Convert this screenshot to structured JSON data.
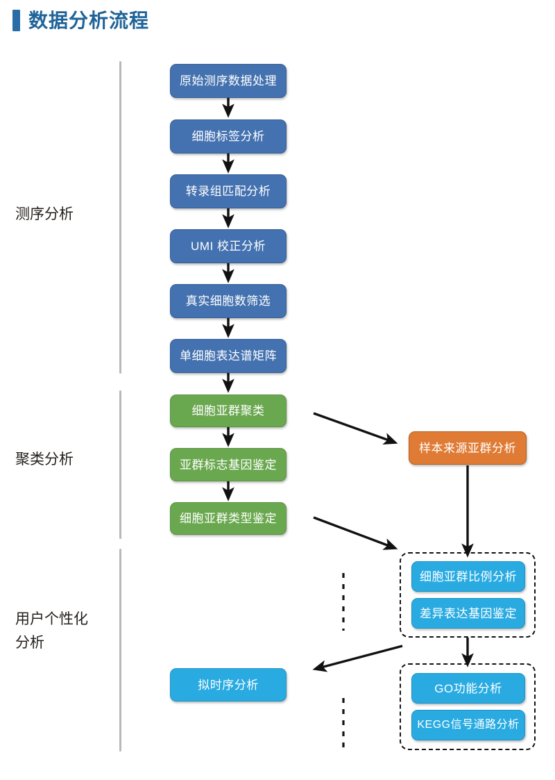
{
  "header": {
    "title": "数据分析流程",
    "accent_color": "#2a6ca6",
    "title_color": "#1f6398"
  },
  "palette": {
    "blue": "#4472b0",
    "green": "#6aa84f",
    "orange": "#e07b35",
    "cyan": "#29abe2",
    "separator": "#b9b9b9",
    "connector": "#111111"
  },
  "sections": [
    {
      "id": "sequencing",
      "label": "测序分析"
    },
    {
      "id": "clustering",
      "label": "聚类分析"
    },
    {
      "id": "custom",
      "label": "用户个性化\n分析"
    }
  ],
  "nodes": {
    "raw_seq": "原始测序数据处理",
    "cell_tag": "细胞标签分析",
    "transcriptome_match": "转录组匹配分析",
    "umi_correct": "UMI 校正分析",
    "true_cell_filter": "真实细胞数筛选",
    "expression_matrix": "单细胞表达谱矩阵",
    "subgroup_cluster": "细胞亚群聚类",
    "marker_gene": "亚群标志基因鉴定",
    "subgroup_type": "细胞亚群类型鉴定",
    "sample_source": "样本来源亚群分析",
    "subgroup_ratio": "细胞亚群比例分析",
    "deg_identify": "差异表达基因鉴定",
    "go_analysis": "GO功能分析",
    "kegg_analysis": "KEGG信号通路分析",
    "pseudotime": "拟时序分析"
  },
  "flow": {
    "main_chain": [
      "raw_seq",
      "cell_tag",
      "transcriptome_match",
      "umi_correct",
      "true_cell_filter",
      "expression_matrix",
      "subgroup_cluster",
      "marker_gene",
      "subgroup_type"
    ],
    "branches": [
      {
        "from": "subgroup_cluster",
        "to": "sample_source",
        "style": "solid-arrow"
      },
      {
        "from": "sample_source",
        "to": "subgroup_ratio",
        "style": "solid-arrow"
      },
      {
        "from": "subgroup_type",
        "to": "downstream_group_1",
        "style": "solid-arrow"
      },
      {
        "from": "downstream_group_1",
        "to": "downstream_group_2",
        "style": "solid-arrow"
      },
      {
        "from": "downstream_group_2",
        "to": "pseudotime",
        "style": "solid-arrow"
      }
    ],
    "dashed_dividers": 2
  }
}
